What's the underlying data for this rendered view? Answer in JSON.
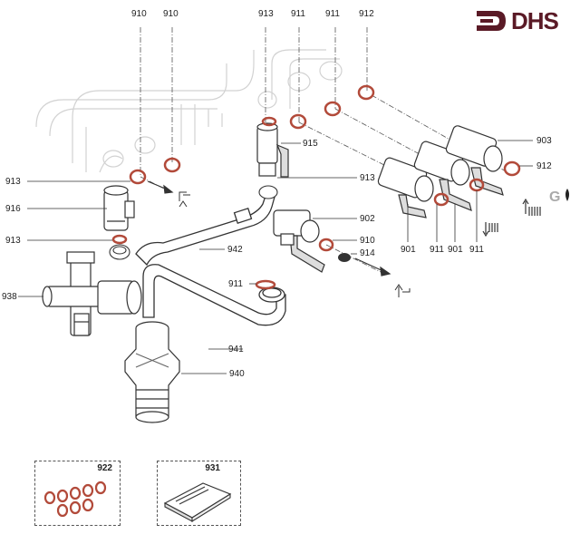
{
  "brand": {
    "logo_text": "DHS",
    "color": "#5a1a26"
  },
  "callouts": {
    "c910a": "910",
    "c910b": "910",
    "c913a": "913",
    "c911a": "911",
    "c911b": "911",
    "c912a": "912",
    "c913b": "913",
    "c916": "916",
    "c913c": "913",
    "c915": "915",
    "c903": "903",
    "c912b": "912",
    "c913d": "913",
    "c902": "902",
    "c910c": "910",
    "c914": "914",
    "c901a": "901",
    "c911c": "911",
    "c901b": "901",
    "c911d": "911",
    "c942": "942",
    "c911e": "911",
    "c938": "938",
    "c941": "941",
    "c940": "940"
  },
  "kits": {
    "seals_kit": "922",
    "manual_kit": "931"
  },
  "colors": {
    "seal": "#b24a3a",
    "line": "#333333",
    "ghost": "#cccccc"
  }
}
